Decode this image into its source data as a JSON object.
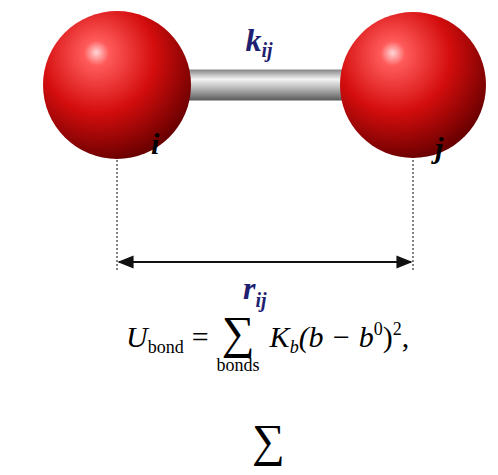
{
  "diagram": {
    "nodes": [
      {
        "text": [
          "i"
        ]
      },
      {
        "text": [
          "j"
        ]
      }
    ],
    "edges": [
      {
        "from": 0,
        "to": 1,
        "arrow": "none",
        "label": "k"
      }
    ],
    "labels": [
      "ij",
      "r",
      "ij",
      "U",
      "bond",
      "=",
      "∑",
      "bonds",
      "K",
      "b",
      "(b − b",
      "0",
      ")",
      "2",
      ",",
      "∑"
    ]
  }
}
